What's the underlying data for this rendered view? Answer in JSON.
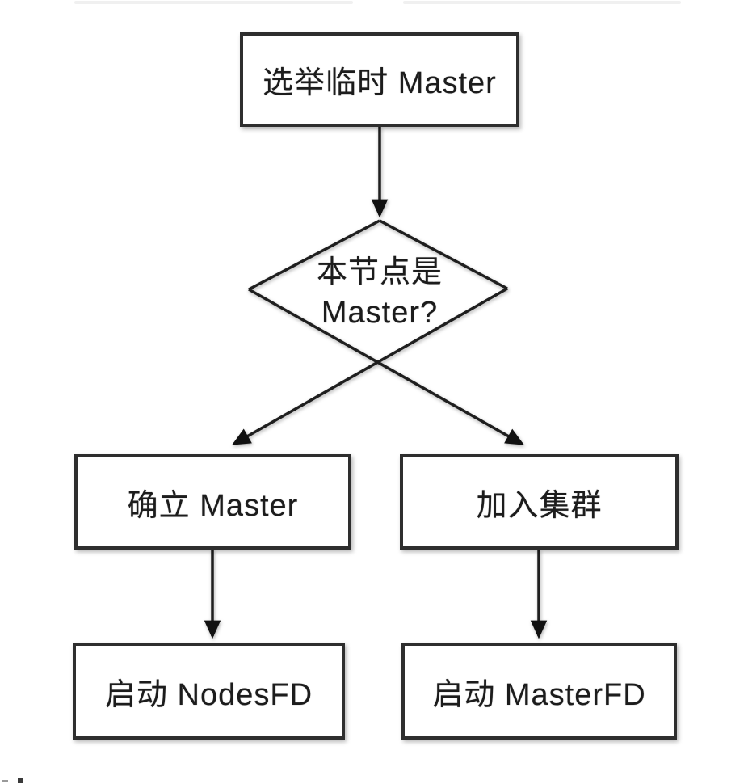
{
  "flowchart": {
    "type": "flowchart",
    "description": "Master election flow",
    "nodes": {
      "elect_temp_master": {
        "shape": "rectangle",
        "label": "选举临时 Master"
      },
      "is_node_master": {
        "shape": "diamond",
        "label": "本节点是 Master?",
        "line1": "本节点是",
        "line2": "Master?"
      },
      "establish_master": {
        "shape": "rectangle",
        "label": "确立 Master"
      },
      "join_cluster": {
        "shape": "rectangle",
        "label": "加入集群"
      },
      "start_nodesfd": {
        "shape": "rectangle",
        "label": "启动 NodesFD"
      },
      "start_masterfd": {
        "shape": "rectangle",
        "label": "启动 MasterFD"
      }
    },
    "edges": [
      {
        "from": "elect_temp_master",
        "to": "is_node_master"
      },
      {
        "from": "is_node_master",
        "to": "establish_master"
      },
      {
        "from": "is_node_master",
        "to": "join_cluster"
      },
      {
        "from": "establish_master",
        "to": "start_nodesfd"
      },
      {
        "from": "join_cluster",
        "to": "start_masterfd"
      }
    ],
    "colors": {
      "line": "#1f1f1f",
      "box_border": "#2e2e2e",
      "box_fill": "#ffffff",
      "text": "#1c1c1c",
      "background": "#ffffff",
      "cropped_strip": "#f0f0f0"
    }
  }
}
